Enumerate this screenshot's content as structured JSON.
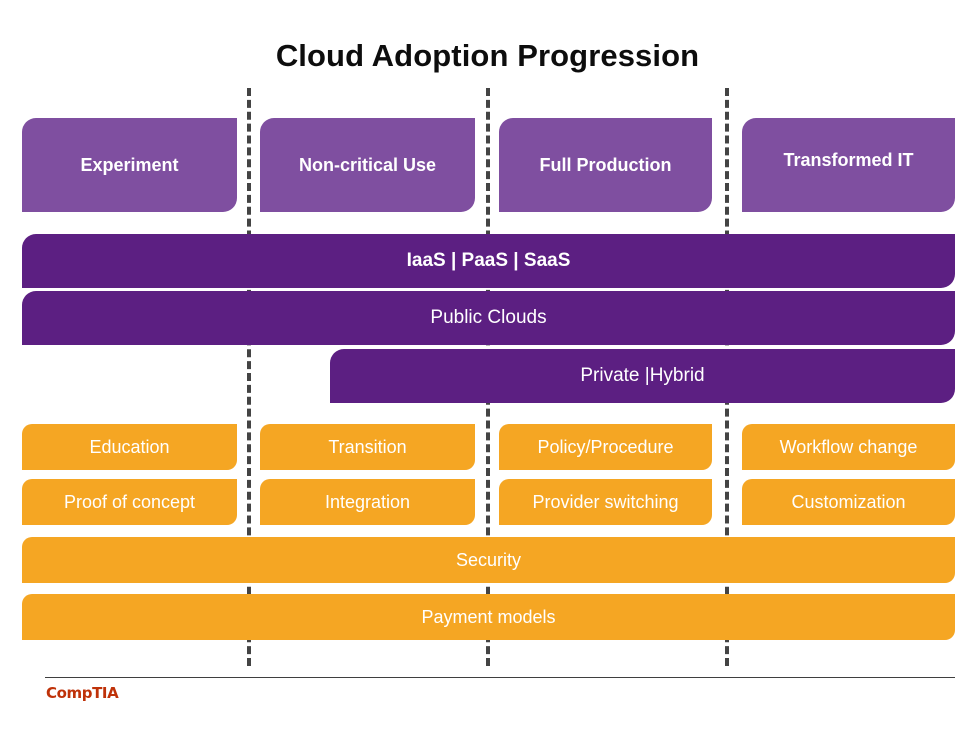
{
  "title": "Cloud Adoption Progression",
  "colors": {
    "stage_purple": "#7f4fa0",
    "service_purple": "#5c1f82",
    "activity_orange": "#f5a623",
    "divider_gray": "#444444",
    "title_black": "#0d0d0d",
    "logo_red": "#bf3209",
    "background": "#ffffff"
  },
  "stages": [
    {
      "label": "Experiment"
    },
    {
      "label": "Non-critical Use"
    },
    {
      "label": "Full Production"
    },
    {
      "label": "Transformed IT"
    }
  ],
  "service_bars": [
    {
      "label": "IaaS | PaaS | SaaS",
      "span": "all"
    },
    {
      "label": "Public Clouds",
      "span": "all"
    },
    {
      "label": "Private |Hybrid",
      "span": "stages-3-4"
    }
  ],
  "activities": {
    "row_1": [
      {
        "label": "Education"
      },
      {
        "label": "Transition"
      },
      {
        "label": "Policy/Procedure"
      },
      {
        "label": "Workflow change"
      }
    ],
    "row_2": [
      {
        "label": "Proof of concept"
      },
      {
        "label": "Integration"
      },
      {
        "label": "Provider switching"
      },
      {
        "label": "Customization"
      }
    ]
  },
  "full_width_bars": [
    {
      "label": "Security"
    },
    {
      "label": "Payment models"
    }
  ],
  "footer": {
    "logo": "CompTIA"
  }
}
